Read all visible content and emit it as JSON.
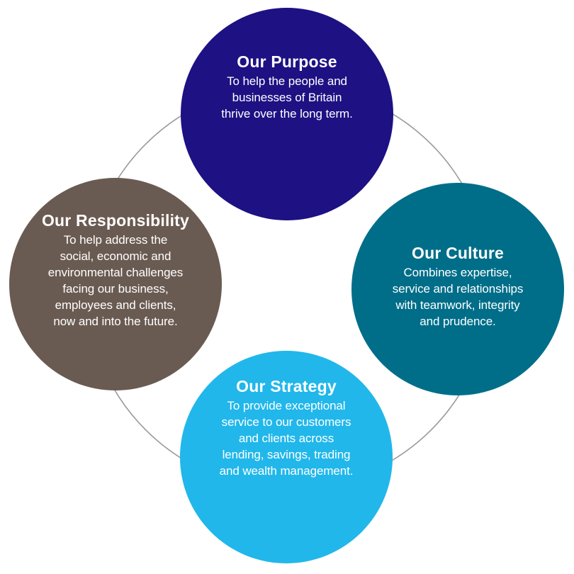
{
  "colors": {
    "purpose": "#1d1183",
    "culture": "#006e89",
    "strategy": "#21b7ea",
    "responsibility": "#6a5b52",
    "ring": "#9a9a9a"
  },
  "purpose": {
    "title": "Our Purpose",
    "lines": [
      "To help the people and",
      "businesses of Britain",
      "thrive over the long term."
    ]
  },
  "culture": {
    "title": "Our Culture",
    "lines": [
      "Combines expertise,",
      "service and relationships",
      "with teamwork, integrity",
      "and prudence."
    ]
  },
  "strategy": {
    "title": "Our Strategy",
    "lines": [
      "To provide exceptional",
      "service to our customers",
      "and clients across",
      "lending, savings, trading",
      "and wealth management."
    ]
  },
  "responsibility": {
    "title": "Our Responsibility",
    "lines": [
      "To help address the",
      "social, economic and",
      "environmental challenges",
      "facing our business,",
      "employees and clients,",
      "now and into the future."
    ]
  }
}
